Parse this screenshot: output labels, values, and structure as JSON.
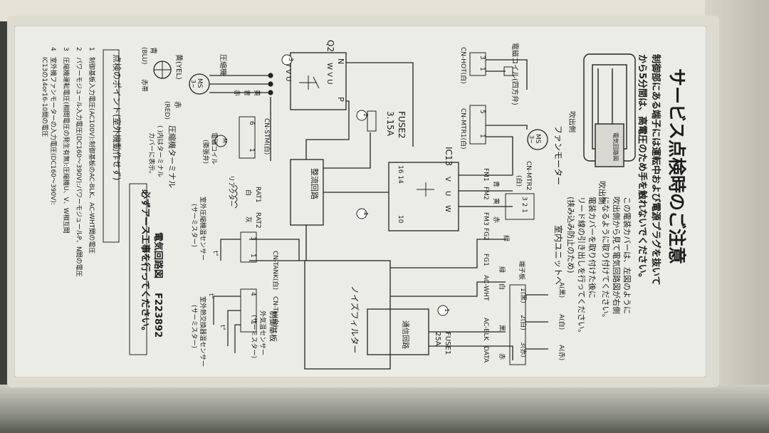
{
  "title": "サービス点検時のご注意",
  "warning_lines": [
    "制御部にある端子には運転中および電源プラグを抜いて",
    "から5分間は、高電圧のため手を触れないでください。"
  ],
  "cover_note_lines": [
    "この電装カバーは、左図のように",
    "吹出側から見て電気回路図が右側",
    "になるように取り付けてください。"
  ],
  "cover_warning_lines": [
    "電装カバーを取り付けた後に",
    "リード線の引き出しを行ってください。",
    "(挟み込み防止のため)"
  ],
  "inset": {
    "blow_side": "吹出側",
    "box_label": "電気回路図"
  },
  "footer": {
    "ground_note": "必ずアース工事を行ってください。",
    "diagram_title": "電気回路図",
    "diagram_code": "F223892"
  },
  "check_points": {
    "heading": "点検のポイント(室外機動作せず)",
    "items": [
      {
        "num": "1",
        "text": "制御基板入力電圧(AC100V):制御基板のAC-BLK、AC-WHT間の電圧"
      },
      {
        "num": "2",
        "text": "パワーモジュール入力電圧(DC160〜390V):パワーモジュールP、N間の電圧"
      },
      {
        "num": "3",
        "text": "圧縮機運転電圧(相間電圧の発生有無):圧縮機U、V、W相互間"
      },
      {
        "num": "4",
        "text": "室外機ファンモーターの入力電圧(DC160〜390V):"
      },
      {
        "num": "",
        "text": "IC13の14or16-10間の電圧"
      }
    ]
  },
  "compressor_terminal": {
    "yellow": "黄(YEL)",
    "blue": "青",
    "blue_code": "(BLU)",
    "blue_cover": "赤帯",
    "red": "赤",
    "red_code": "(RED)",
    "title": "圧縮機ターミナル",
    "note": "( )内はターミナル",
    "note2": "カバーに表示。"
  },
  "labels": {
    "compressor": "圧縮機",
    "ms": "MS",
    "three_phase": "3~",
    "q2": "Q2",
    "n": "N",
    "p": "P",
    "wvu_top": "W V U",
    "wvu_bottom": "W V U",
    "u": "U",
    "v": "V",
    "w": "W",
    "fuse2": "FUSE2",
    "fuse2_rating": "3.15A",
    "ic13": "IC13",
    "rectifier": "整流回路",
    "noise_filter": "ノイズフィルター",
    "comm_circuit": "通信回路",
    "fuse1": "FUSE1",
    "fuse1_rating": "25A",
    "control_board": "制御基板",
    "indoor_unit": "室内ユニットへ",
    "terminal_block": "端子板",
    "term1": "1(黒)",
    "term2": "2(白)",
    "term3": "3(赤)",
    "a_black": "A(黒)",
    "a_white": "A(白)",
    "a_red": "A(赤)",
    "fan_motor": "ファンモーター",
    "blow_side": "吹出側",
    "cn_mtr2": "CN-MTR2",
    "cn_mtr2_color": "(白)",
    "cn_mtr1": "CN-MTR1(白)",
    "cn_hot": "CN-HOT(白)",
    "solenoid_4way": "電磁コイル(四方弁)",
    "solenoid_exp": "電磁コイル",
    "solenoid_exp2": "(膨張弁)",
    "cn_stm": "CN-STM(白)",
    "reactor": "リアクター",
    "rat1": "RAT1",
    "rat2": "RAT2",
    "white": "白",
    "gray": "灰",
    "cn_tank": "CN-TANK(白)",
    "cn_th": "CN-TH(白)",
    "comp_temp_sensor": "室外圧縮機温センサー",
    "comp_temp_sensor2": "(サーミスター)",
    "hx_temp_sensor": "室外熱交換器温センサー",
    "hx_temp_sensor2": "(サーミスター)",
    "outside_temp_sensor": "外気温センサー",
    "outside_temp_sensor2": "(サーミスター)",
    "fm1": "FM1",
    "fm2": "FM2",
    "fm3": "FM3",
    "fg2": "FG2",
    "fg1": "FG1",
    "ac_wht": "AC-WHT",
    "ac_blk": "AC-BLK",
    "data": "DATA",
    "green": "緑",
    "blue_wire": "青",
    "yellow_wire": "黄",
    "red_wire": "赤",
    "black_wire": "黒",
    "white_wire": "白",
    "pin_16_14": "16 14",
    "pin_10": "10",
    "pin_6": "6",
    "pin_1": "1",
    "pin_3": "3",
    "pin_5": "5",
    "pin_4": "4",
    "pin_321": "3 2 1",
    "t_degree": "t°",
    "circle_m": "M",
    "marker_1": "1",
    "marker_2": "2",
    "marker_3": "3",
    "marker_4": "4"
  }
}
